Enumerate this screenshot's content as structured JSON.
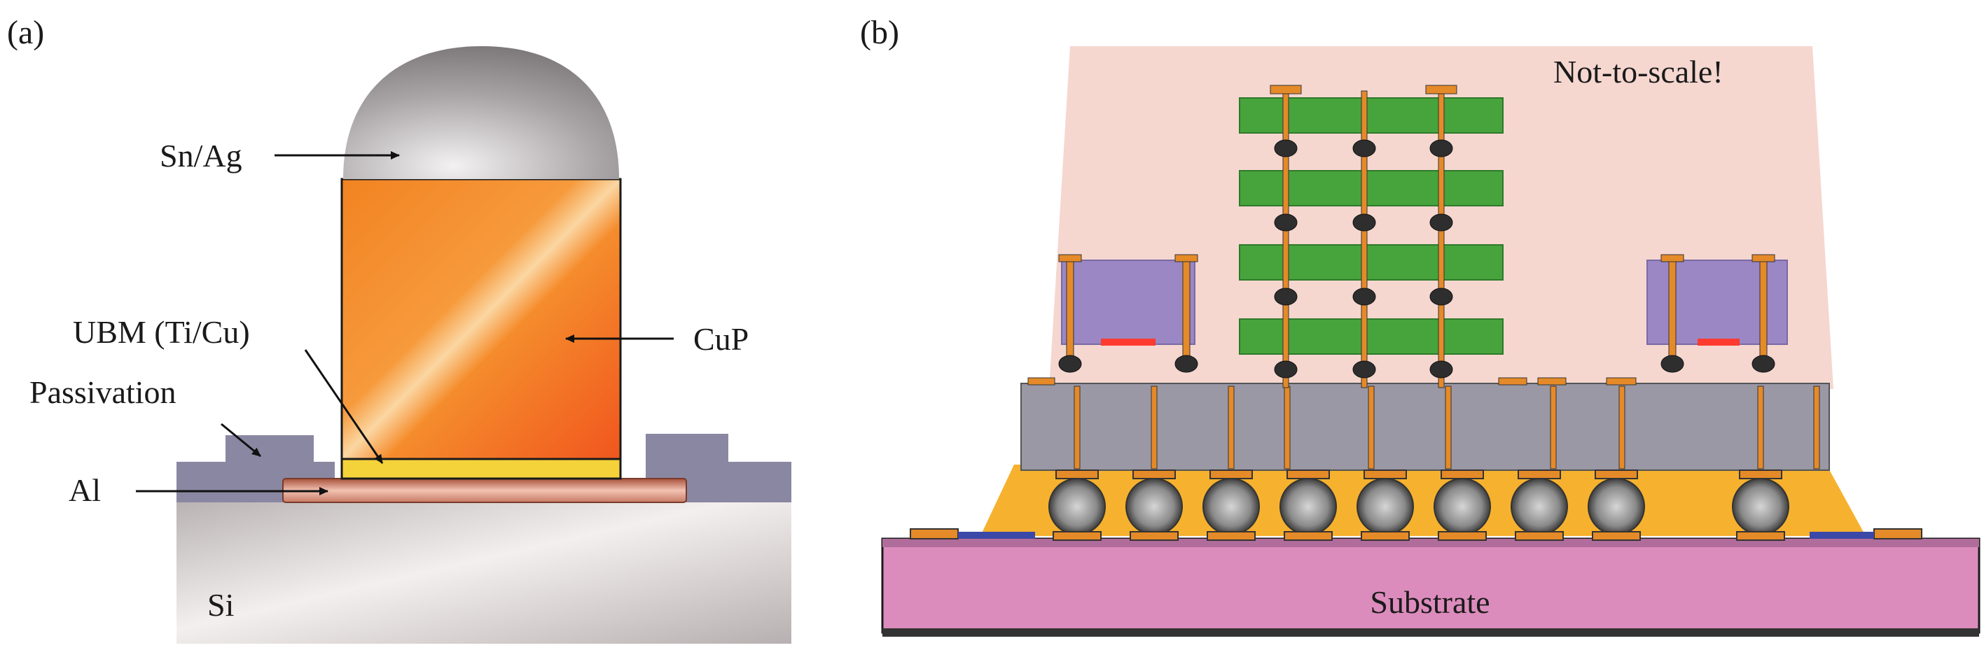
{
  "panel_a": {
    "label": "(a)",
    "labels": {
      "snag": "Sn/Ag",
      "cup": "CuP",
      "ubm": "UBM (Ti/Cu)",
      "passivation": "Passivation",
      "al": "Al",
      "si": "Si"
    }
  },
  "panel_b": {
    "label": "(b)",
    "note": "Not-to-scale!",
    "substrate": "Substrate"
  },
  "colors": {
    "si": "#c8c1c2",
    "passivation": "#8c88a4",
    "cup": "#f57a20",
    "snag": "#a9a6a7",
    "ubm": "#f4d23a",
    "al": "#c76b4a",
    "molding": "#f5d7d0",
    "interposer": "#9a98a5",
    "underfill": "#f6b12e",
    "substrate": "#dd8dbd",
    "memory_die": "#47a43d",
    "passive_die": "#9a87c4",
    "copper": "#e58a28",
    "red_pad": "#ff3b30"
  }
}
